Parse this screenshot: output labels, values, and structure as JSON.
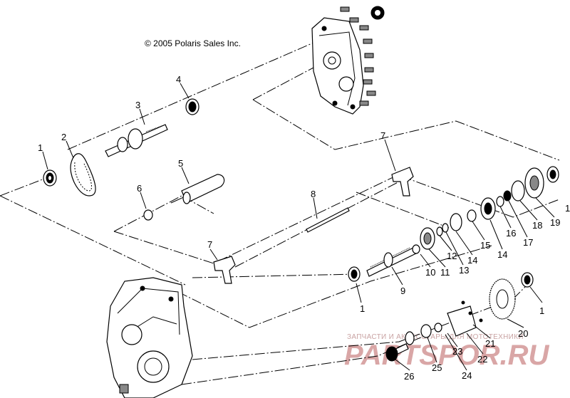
{
  "copyright": "© 2005 Polaris Sales Inc.",
  "watermark": {
    "line1": "ЗАПЧАСТИ И АКСЕССУАРЫ ДЛЯ МОТОТЕХНИКИ",
    "line2": "PARTSPOR.RU"
  },
  "callouts": [
    "1",
    "2",
    "3",
    "4",
    "5",
    "6",
    "7",
    "8",
    "7",
    "1",
    "9",
    "10",
    "11",
    "12",
    "13",
    "14",
    "15",
    "14",
    "16",
    "17",
    "18",
    "19",
    "1",
    "20",
    "21",
    "22",
    "23",
    "24",
    "25",
    "26",
    "1"
  ]
}
